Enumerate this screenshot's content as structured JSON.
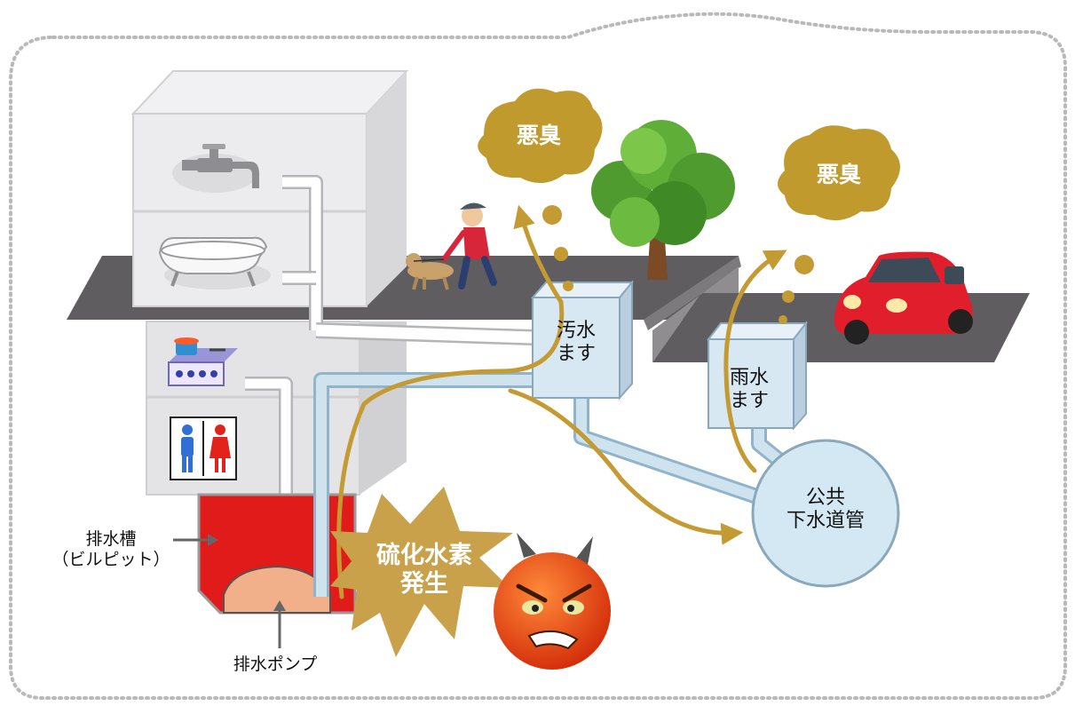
{
  "smells": {
    "left": "悪臭",
    "right": "悪臭"
  },
  "sewage_box": {
    "line1": "汚水",
    "line2": "ます"
  },
  "rain_box": {
    "line1": "雨水",
    "line2": "ます"
  },
  "public_sewer": {
    "line1": "公共",
    "line2": "下水道管"
  },
  "drainage_tank": {
    "line1": "排水槽",
    "line2": "（ビルピット）"
  },
  "drain_pump": "排水ポンプ",
  "gas": {
    "line1": "硫化水素",
    "line2": "発生"
  },
  "icons": [
    "faucet-icon",
    "bathtub-icon",
    "stove-icon",
    "restroom-icon",
    "tree-icon",
    "car-icon",
    "walker-icon",
    "dog-icon",
    "devil-face-icon"
  ],
  "colors": {
    "smell_cloud": "#c19a2e",
    "odor_arrow": "#c49a32",
    "tank": "#e11a1a",
    "pipe": "#b8d3e4",
    "gas_burst": "#c8a14a",
    "face": "#ea3f10"
  }
}
